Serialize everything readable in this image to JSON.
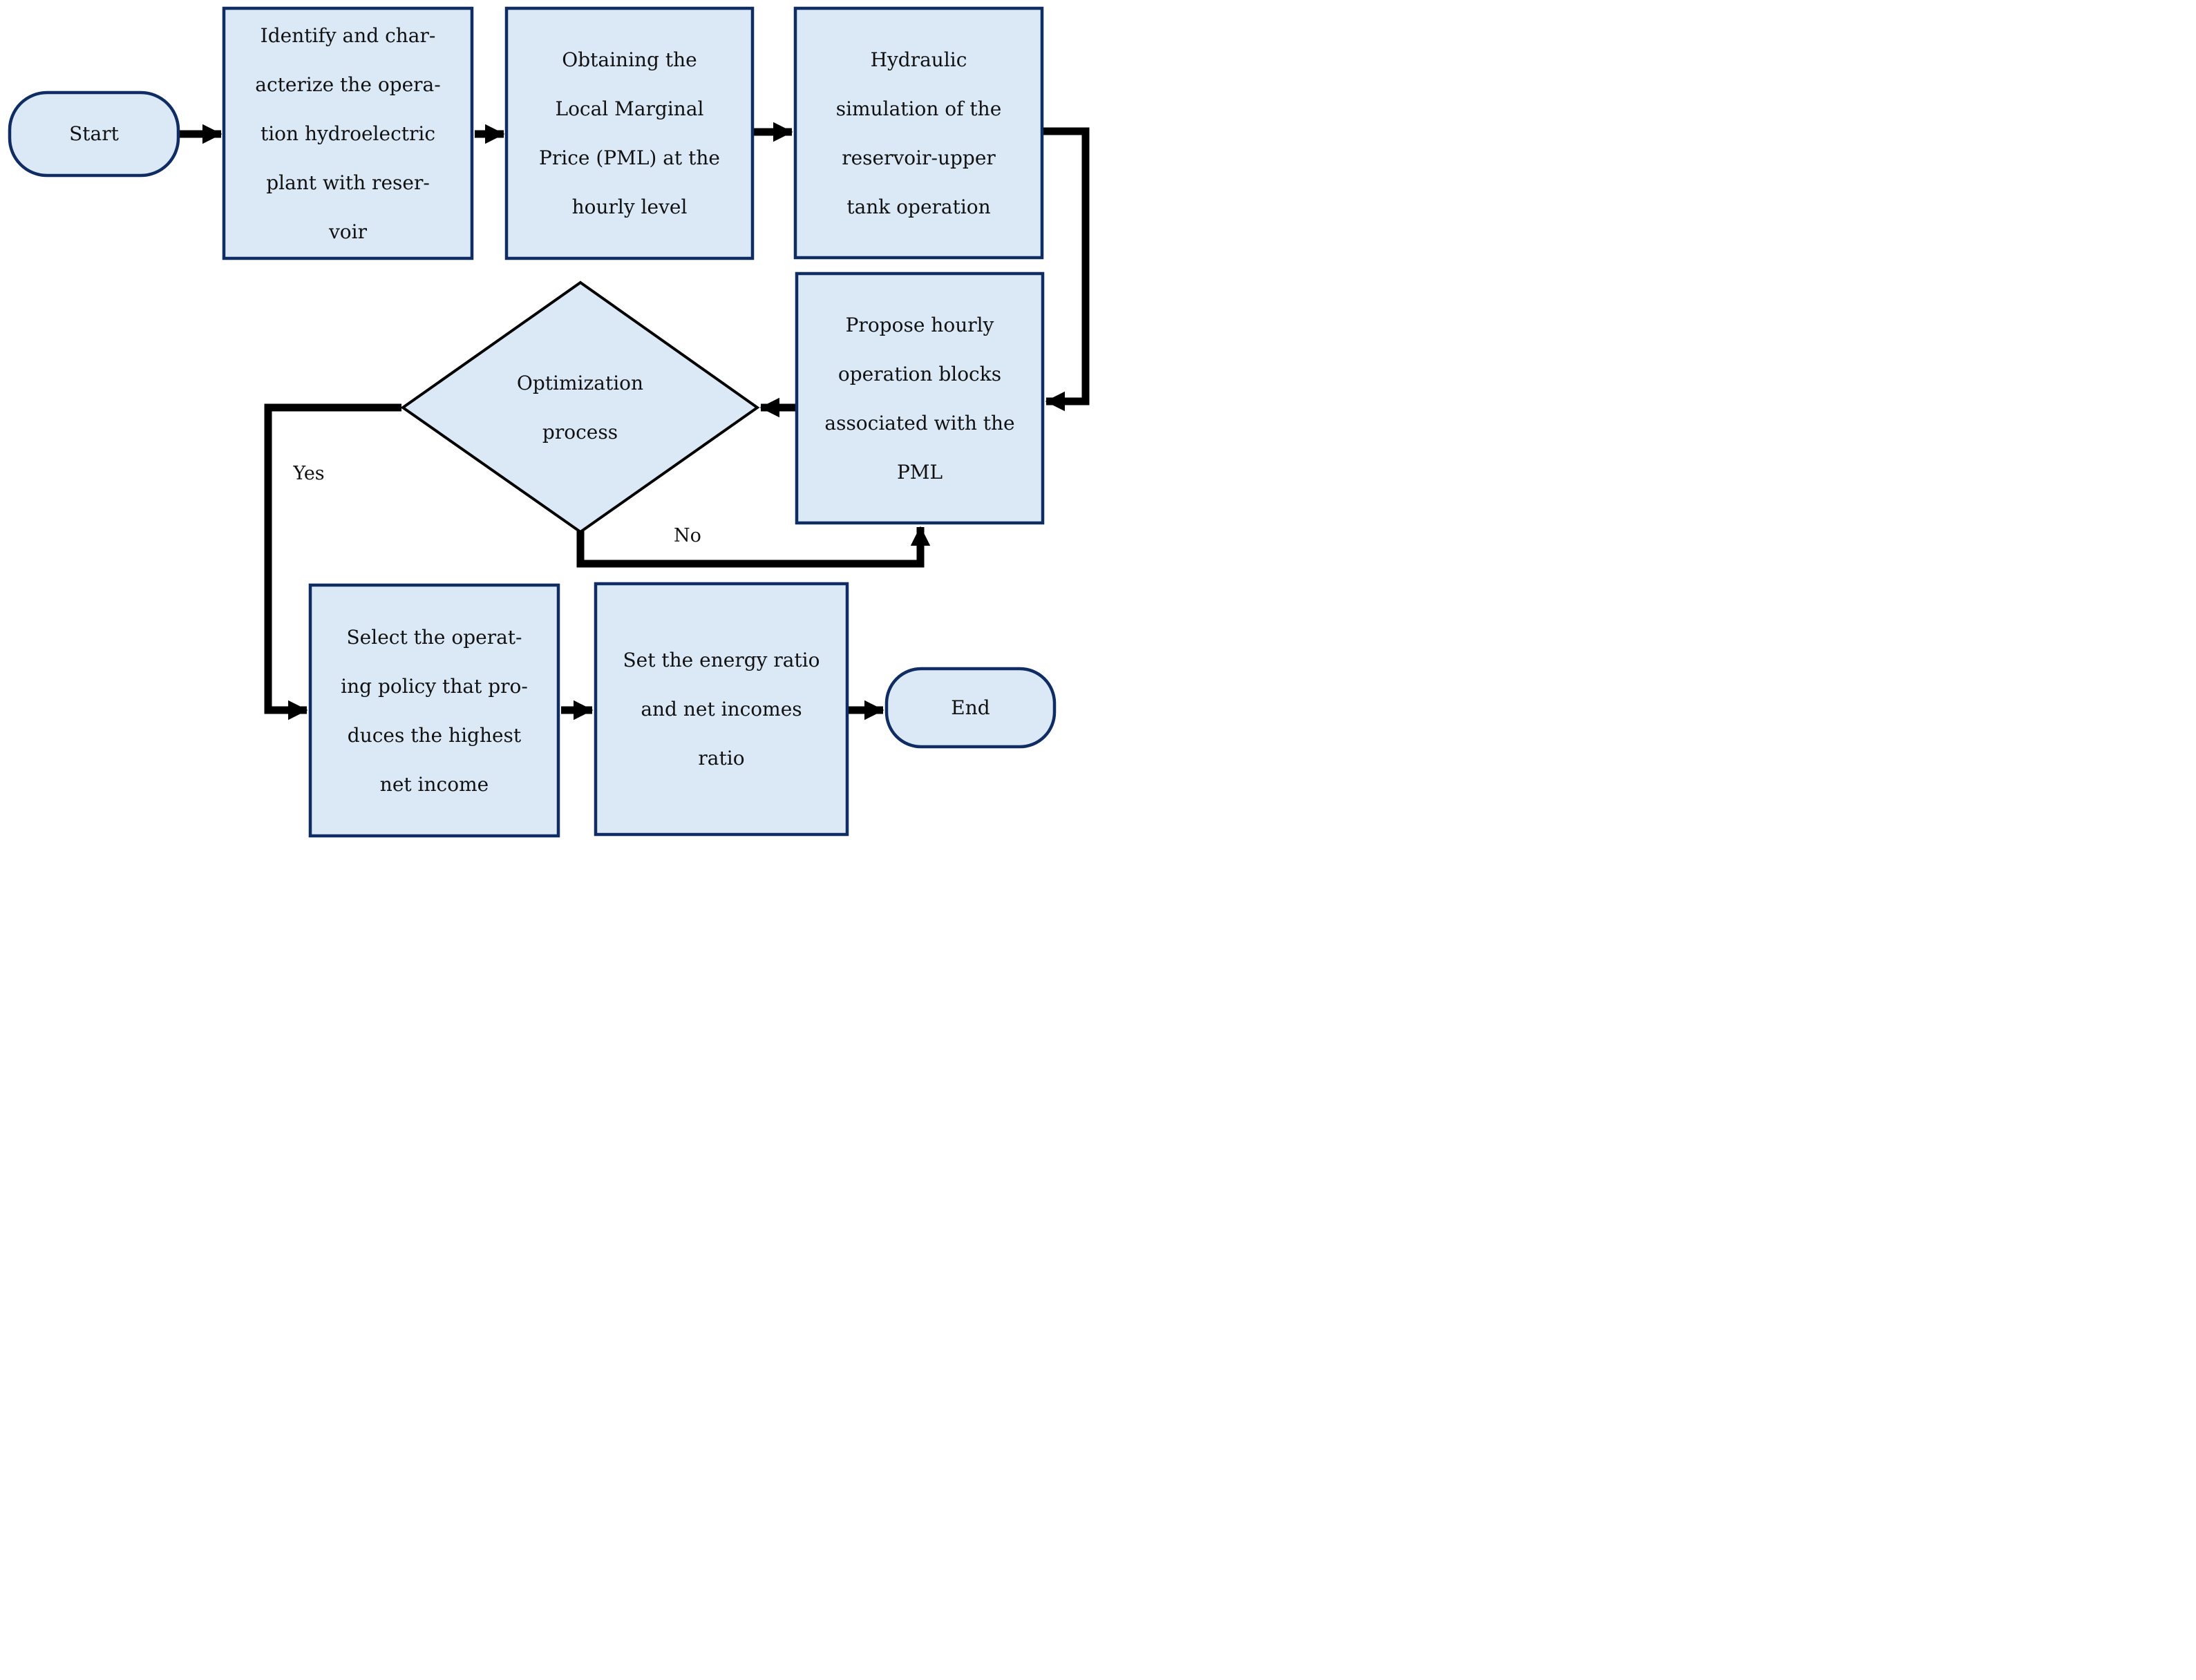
{
  "diagram": {
    "type": "flowchart",
    "nodes": {
      "start": {
        "shape": "terminator",
        "label": "Start"
      },
      "identify": {
        "shape": "process",
        "text": "Identify and char-\nacterize the opera-\ntion hydroelectric\nplant with reser-\nvoir"
      },
      "obtaining": {
        "shape": "process",
        "text": "Obtaining the\nLocal Marginal\nPrice (PML) at the\nhourly level"
      },
      "hydraulic": {
        "shape": "process",
        "text": "Hydraulic\nsimulation of the\nreservoir-upper\ntank operation"
      },
      "propose": {
        "shape": "process",
        "text": "Propose hourly\noperation blocks\nassociated with the\nPML"
      },
      "optimization": {
        "shape": "decision",
        "text": "Optimization\nprocess"
      },
      "select": {
        "shape": "process",
        "text": "Select the operat-\ning policy that pro-\nduces the highest\nnet income"
      },
      "set_ratio": {
        "shape": "process",
        "text": "Set the energy ratio\nand net incomes\nratio"
      },
      "end": {
        "shape": "terminator",
        "label": "End"
      }
    },
    "edge_labels": {
      "yes": "Yes",
      "no": "No"
    },
    "colors": {
      "node_fill": "#dbe9f6",
      "node_border": "#0f2d62",
      "decision_border": "#000000",
      "connector": "#000000",
      "text": "#111111"
    }
  }
}
